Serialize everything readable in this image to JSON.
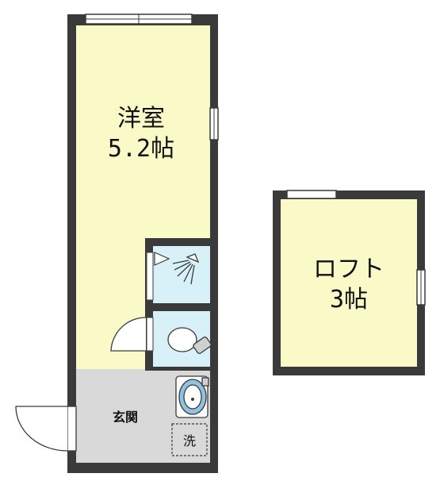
{
  "rooms": {
    "western_room": {
      "name": "洋室",
      "size": "5.2帖"
    },
    "loft": {
      "name": "ロフト",
      "size": "3帖"
    },
    "entrance": {
      "name": "玄関"
    },
    "laundry": {
      "name": "洗"
    }
  },
  "colors": {
    "wall": "#3a3a3a",
    "room_fill": "#fafac8",
    "entrance_fill": "#d9d9d9",
    "bath_fill": "#d8f1f8",
    "fixture_blue": "#8fc3e2"
  }
}
